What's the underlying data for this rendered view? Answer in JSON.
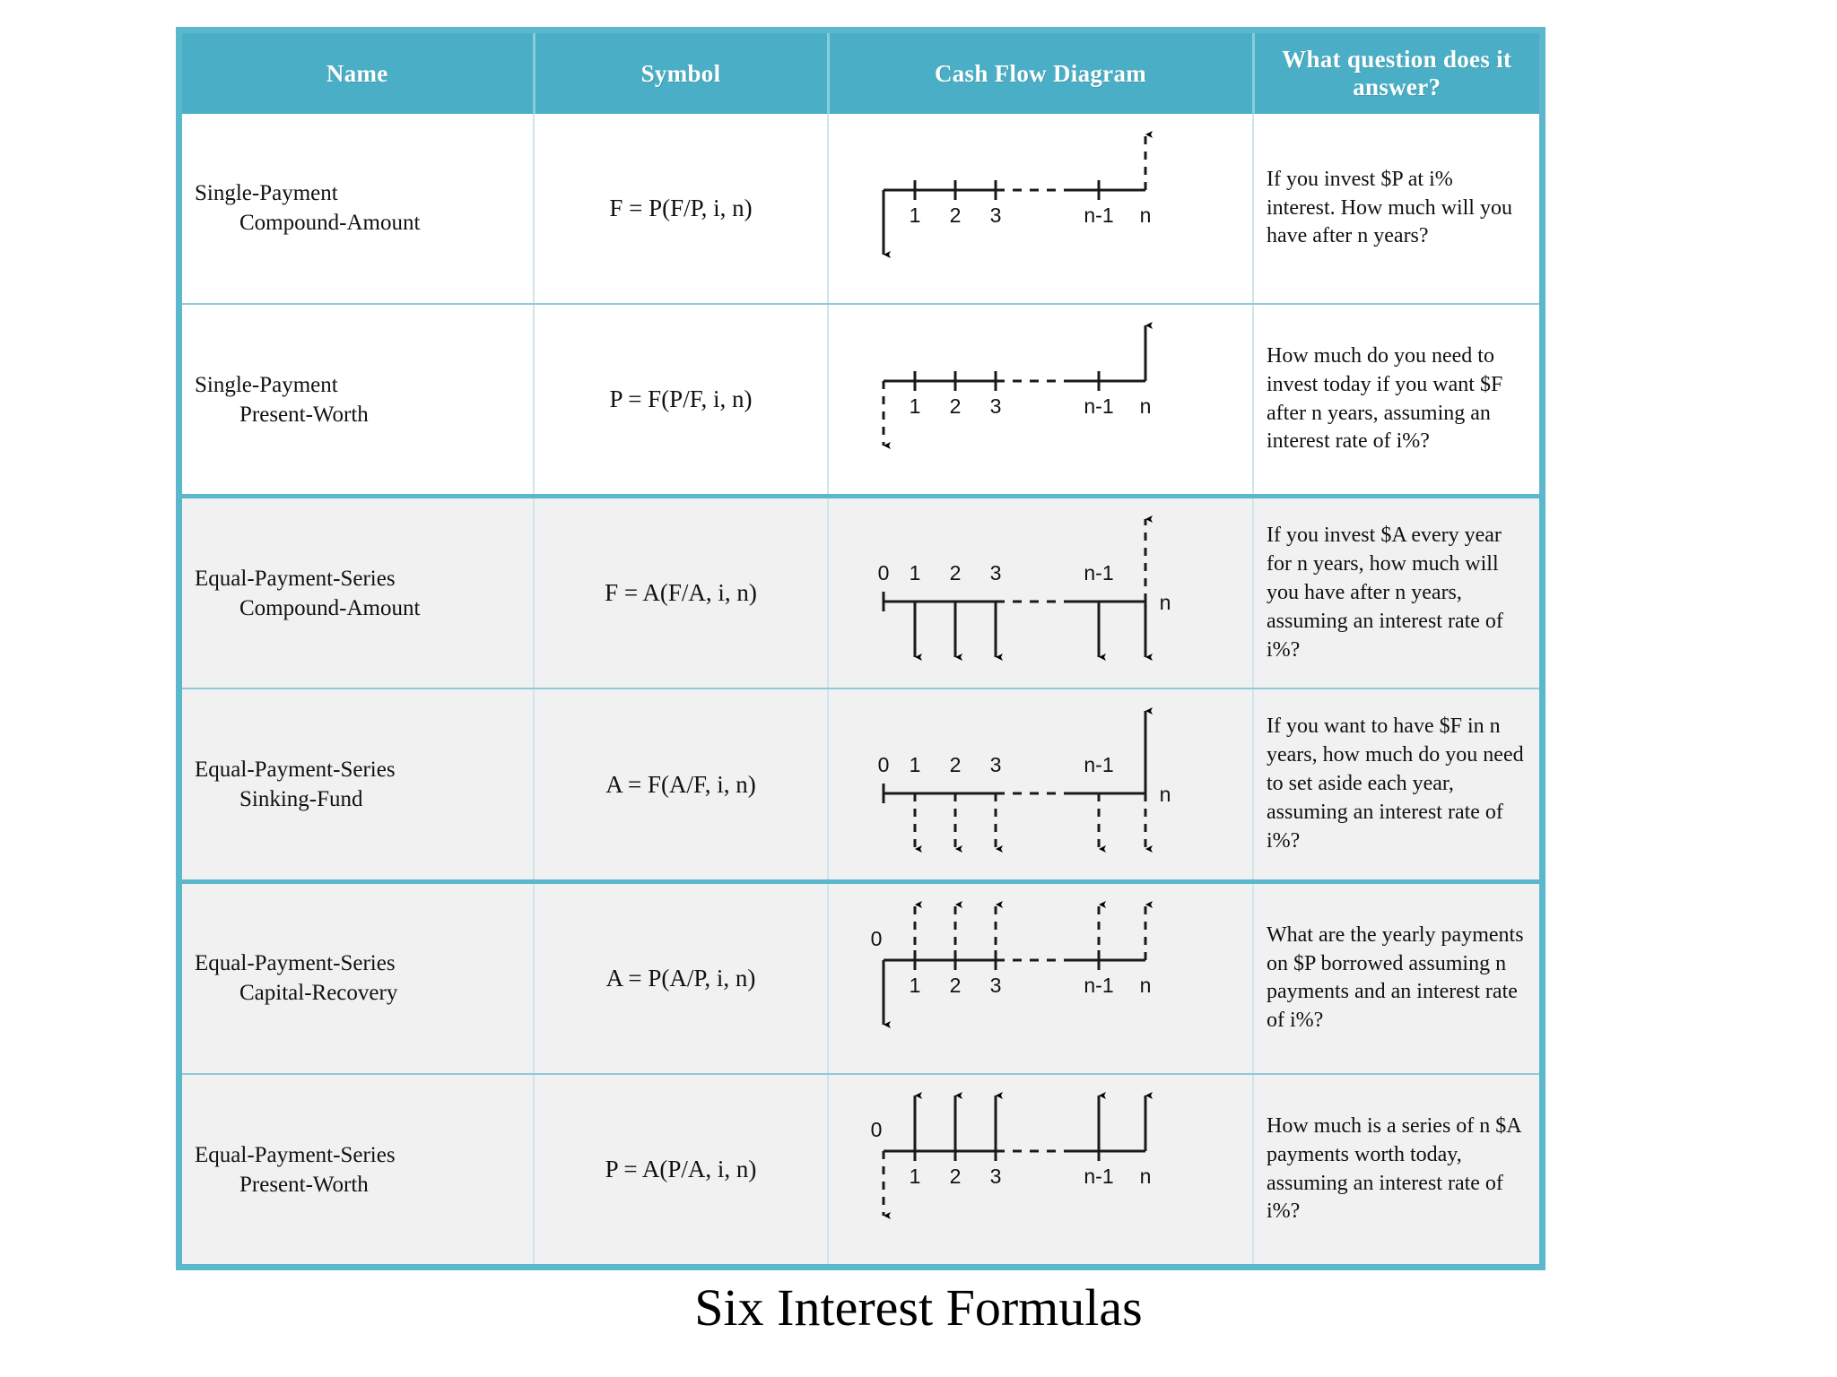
{
  "caption": "Six Interest Formulas",
  "colors": {
    "header_bg": "#4aafc6",
    "frame": "#5bb8cc",
    "header_text": "#ffffff",
    "row_shaded_bg": "#f1f1f1",
    "row_plain_bg": "#ffffff",
    "cell_border": "#cfe5ec",
    "diagram_line": "#000000"
  },
  "header": {
    "name": "Name",
    "symbol": "Symbol",
    "diagram": "Cash Flow Diagram",
    "question": "What question does it answer?"
  },
  "rows": [
    {
      "name_line1": "Single-Payment",
      "name_line2": "Compound-Amount",
      "symbol": "F = P(F/P, i, n)",
      "question": "If you invest $P at i% interest. How much will you have after n years?",
      "diagram": {
        "kind": "single-compound",
        "tick_labels": [
          "1",
          "2",
          "3",
          "n-1",
          "n"
        ],
        "labels_below": true,
        "zero_label": "",
        "left_arrow": "down-solid",
        "right_arrow": "up-dashed",
        "series_arrows": "none"
      }
    },
    {
      "name_line1": "Single-Payment",
      "name_line2": "Present-Worth",
      "symbol": "P = F(P/F, i, n)",
      "question": "How much do you need to invest today if you want $F after n years, assuming an interest rate of i%?",
      "diagram": {
        "kind": "single-present",
        "tick_labels": [
          "1",
          "2",
          "3",
          "n-1",
          "n"
        ],
        "labels_below": true,
        "zero_label": "",
        "left_arrow": "down-dashed",
        "right_arrow": "up-solid",
        "series_arrows": "none"
      }
    },
    {
      "name_line1": "Equal-Payment-Series",
      "name_line2": "Compound-Amount",
      "symbol": "F = A(F/A, i, n)",
      "question": "If you invest $A every year for n years, how much will you have after n years, assuming an interest rate of i%?",
      "diagram": {
        "kind": "series-compound",
        "tick_labels": [
          "0",
          "1",
          "2",
          "3",
          "n-1"
        ],
        "labels_below": false,
        "right_label": "n",
        "left_arrow": "none",
        "right_arrow": "up-dashed",
        "series_arrows": "down-solid"
      }
    },
    {
      "name_line1": "Equal-Payment-Series",
      "name_line2": "Sinking-Fund",
      "symbol": "A = F(A/F, i, n)",
      "question": "If you want to have $F in n years, how much do you need to set aside each year, assuming an interest rate of i%?",
      "diagram": {
        "kind": "series-sinking",
        "tick_labels": [
          "0",
          "1",
          "2",
          "3",
          "n-1"
        ],
        "labels_below": false,
        "right_label": "n",
        "left_arrow": "none",
        "right_arrow": "up-solid",
        "series_arrows": "down-dashed"
      }
    },
    {
      "name_line1": "Equal-Payment-Series",
      "name_line2": "Capital-Recovery",
      "symbol": "A = P(A/P, i, n)",
      "question": "What are the yearly payments on $P borrowed assuming n payments and an interest rate of i%?",
      "diagram": {
        "kind": "series-capital",
        "tick_labels": [
          "1",
          "2",
          "3",
          "n-1",
          "n"
        ],
        "labels_below": true,
        "zero_label": "0",
        "left_arrow": "down-solid",
        "right_arrow": "none",
        "series_arrows": "up-dashed"
      }
    },
    {
      "name_line1": "Equal-Payment-Series",
      "name_line2": "Present-Worth",
      "symbol": "P = A(P/A, i, n)",
      "question": "How much is a series of n $A payments worth today, assuming an interest rate of i%?",
      "diagram": {
        "kind": "series-present",
        "tick_labels": [
          "1",
          "2",
          "3",
          "n-1",
          "n"
        ],
        "labels_below": true,
        "zero_label": "0",
        "left_arrow": "down-dashed",
        "right_arrow": "none",
        "series_arrows": "up-solid"
      }
    }
  ]
}
